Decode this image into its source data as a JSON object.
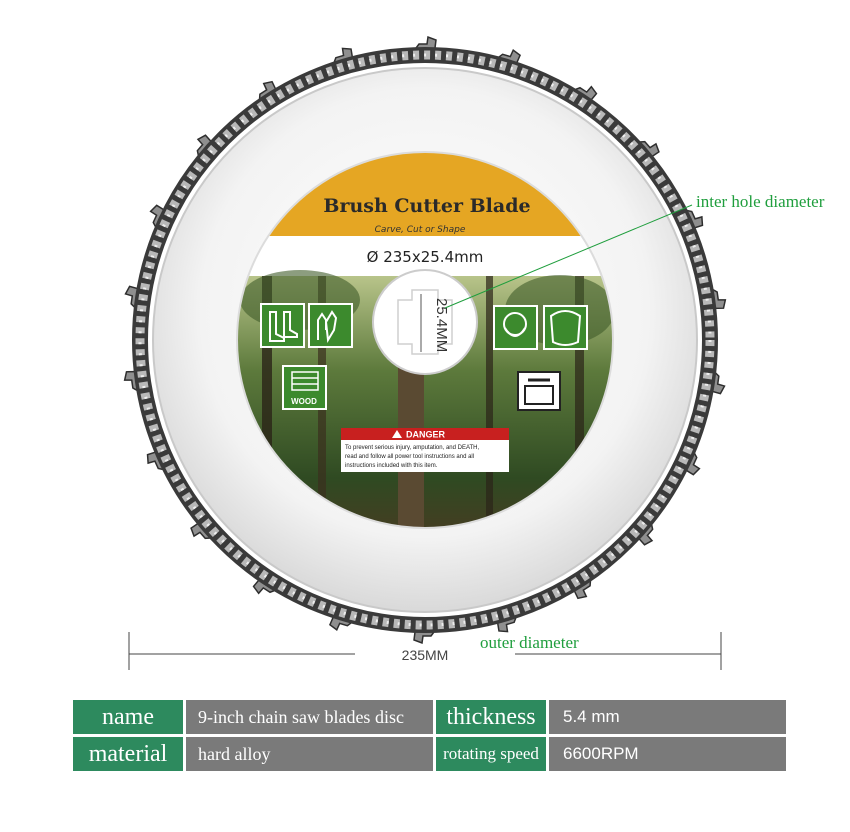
{
  "blade": {
    "title": "Brush Cutter Blade",
    "subtitle": "Carve, Cut or Shape",
    "size": "Ø 235x25.4mm",
    "bore_marking": "25.4MM",
    "wood_label": "WOOD",
    "danger_heading": "DANGER",
    "danger_lines": [
      "To prevent serious injury, amputation, and DEATH,",
      "read and follow all power tool instructions and all",
      "instructions included with this item."
    ]
  },
  "annotations": {
    "inner_hole": "inter hole diameter",
    "outer": "outer diameter",
    "dimension": "235MM"
  },
  "specs": [
    {
      "name": "name",
      "value": "9-inch chain saw blades disc",
      "name2": "thickness",
      "value2": "5.4 mm"
    },
    {
      "name": "material",
      "value": "hard alloy",
      "name2": "rotating speed",
      "value2": "6600RPM"
    }
  ],
  "colors": {
    "accent_green": "#1f9e3d",
    "table_green": "#2d8a5e",
    "table_gray": "#7a7a7a",
    "label_yellow": "#e5a623",
    "danger_red": "#c8201f"
  }
}
